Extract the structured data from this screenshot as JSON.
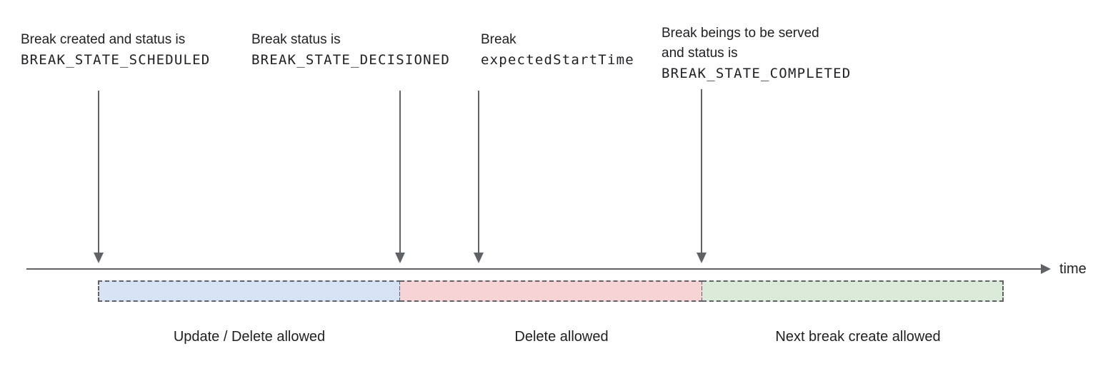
{
  "annotations": {
    "scheduled": {
      "line1": "Break created and status is",
      "line2": "BREAK_STATE_SCHEDULED"
    },
    "decisioned": {
      "line1": "Break status is",
      "line2": "BREAK_STATE_DECISIONED"
    },
    "expected_start": {
      "line1": "Break",
      "line2": "expectedStartTime"
    },
    "completed": {
      "line1": "Break beings to be served",
      "line2": "and status is",
      "line3": "BREAK_STATE_COMPLETED"
    }
  },
  "timeline": {
    "axis_label": "time"
  },
  "segments": {
    "update_delete": {
      "label": "Update / Delete allowed",
      "fill": "#d5e3f4"
    },
    "delete": {
      "label": "Delete allowed",
      "fill": "#f6d3d4"
    },
    "next_create": {
      "label": "Next break create allowed",
      "fill": "#dcead9"
    }
  },
  "colors": {
    "text": "#202124",
    "line": "#5f6368",
    "segment_border": "#5f6368"
  }
}
